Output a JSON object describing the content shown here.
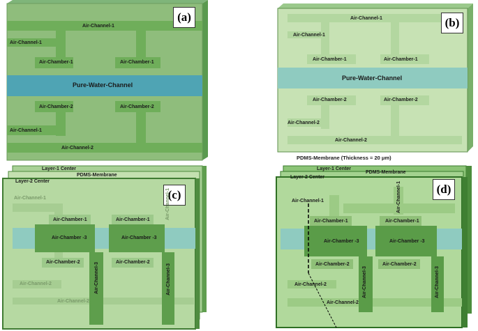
{
  "panels": {
    "a": {
      "tag": "(a)",
      "air_channel_1_top": "Air-Channel-1",
      "air_channel_1_left": "Air-Channel-1",
      "air_chamber_1_left": "Air-Chamber-1",
      "air_chamber_1_right": "Air-Chamber-1",
      "pure_water_channel": "Pure-Water-Channel",
      "air_chamber_2_left": "Air-Chamber-2",
      "air_chamber_2_right": "Air-Chamber-2",
      "air_channel_1_bottom": "Air-Channel-1",
      "air_channel_2": "Air-Channel-2"
    },
    "b": {
      "tag": "(b)",
      "air_channel_1_top": "Air-Channel-1",
      "air_channel_1_left": "Air-Channel-1",
      "air_chamber_1_left": "Air-Chamber-1",
      "air_chamber_1_right": "Air-Chamber-1",
      "pure_water_channel": "Pure-Water-Channel",
      "air_chamber_2_left": "Air-Chamber-2",
      "air_chamber_2_right": "Air-Chamber-2",
      "air_channel_2_left": "Air-Channel-2",
      "air_channel_2_bottom": "Air-Channel-2",
      "membrane": "PDMS-Membrane (Thickness = 20 μm)"
    },
    "c": {
      "tag": "(c)",
      "layer1": "Layer-1 Center",
      "membrane": "PDMS-Membrane",
      "layer2": "Layer-2 Center",
      "air_channel_1": "Air-Channel-1",
      "air_chamber_1_left": "Air-Chamber-1",
      "air_chamber_1_right": "Air-Chamber-1",
      "air_channel_1_faint": "Air-Channel-1",
      "air_chamber_3_left": "Air-Chamber -3",
      "air_chamber_3_right": "Air-Chamber -3",
      "air_chamber_2_left": "Air-Chamber-2",
      "air_chamber_2_right": "Air-Chamber-2",
      "air_channel_2": "Air-Channel-2",
      "air_channel_2_bottom": "Air-Channel-2",
      "air_channel_3_left": "Air-Channel-3",
      "air_channel_3_right": "Air-Channel-3"
    },
    "d": {
      "tag": "(d)",
      "layer1": "Layer-1 Center",
      "membrane": "PDMS-Membrane",
      "layer2": "Layer-2 Center",
      "air_channel_1": "Air-Channel-1",
      "air_channel_1_vert": "Air-Channel-1",
      "air_chamber_1_left": "Air-Chamber-1",
      "air_chamber_1_right": "Air-Chamber-1",
      "air_chamber_3_left": "Air-Chamber -3",
      "air_chamber_3_right": "Air-Chamber -3",
      "air_chamber_2_left": "Air-Chamber-2",
      "air_chamber_2_right": "Air-Chamber-2",
      "air_channel_2_left": "Air-Channel-2",
      "air_channel_2_bottom": "Air-Channel-2",
      "air_channel_3_left": "Air-Channel-3",
      "air_channel_3_right": "Air-Channel-3"
    }
  }
}
